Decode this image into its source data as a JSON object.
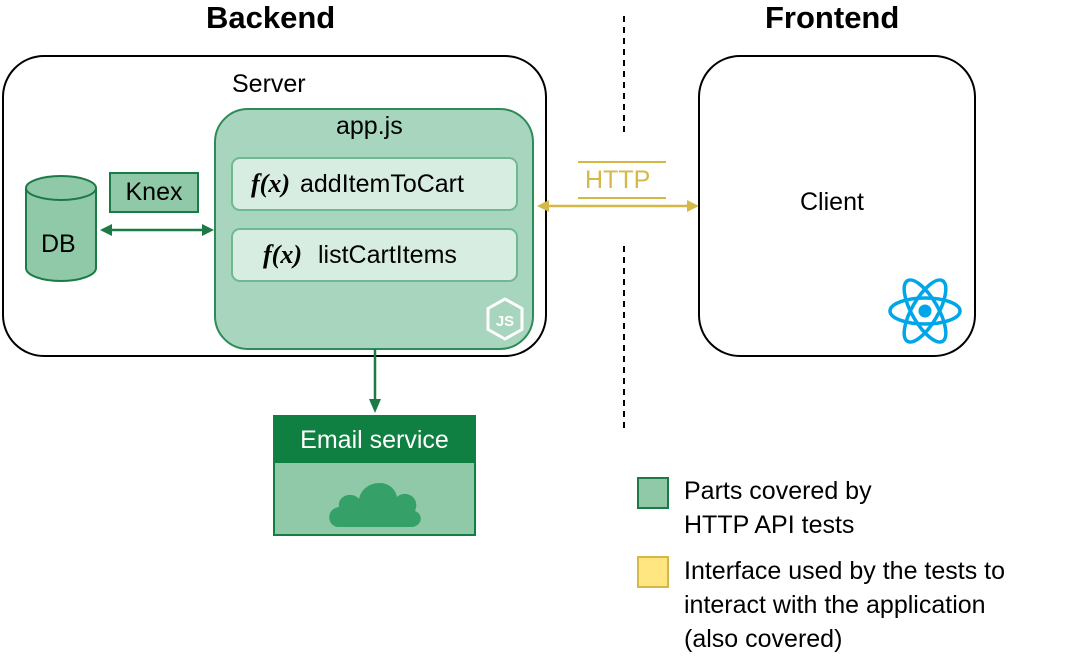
{
  "headings": {
    "backend": "Backend",
    "frontend": "Frontend"
  },
  "server": {
    "label": "Server"
  },
  "app": {
    "label": "app.js",
    "functions": [
      {
        "prefix": "f(x)",
        "name": "addItemToCart"
      },
      {
        "prefix": "f(x)",
        "name": "listCartItems"
      }
    ]
  },
  "db": {
    "label": "DB"
  },
  "knex": {
    "label": "Knex"
  },
  "http": {
    "label": "HTTP"
  },
  "client": {
    "label": "Client"
  },
  "email": {
    "label": "Email service"
  },
  "legend": {
    "items": [
      {
        "text_line1": "Parts covered by",
        "text_line2": "HTTP API tests",
        "color": "#8fc9a8"
      },
      {
        "text_line1": "Interface used by the tests to",
        "text_line2": "interact with the application",
        "text_line3": "(also covered)",
        "color": "#ffe680"
      }
    ]
  },
  "colors": {
    "covered_fill": "#8fc9a8",
    "covered_border": "#1b7a45",
    "interface_fill": "#ffe680",
    "interface_line": "#d6b846",
    "react_blue": "#00a6e8",
    "email_header": "#0f8041"
  },
  "icons": {
    "node": "nodejs-icon",
    "react": "react-icon",
    "cloud": "cloud-icon"
  }
}
